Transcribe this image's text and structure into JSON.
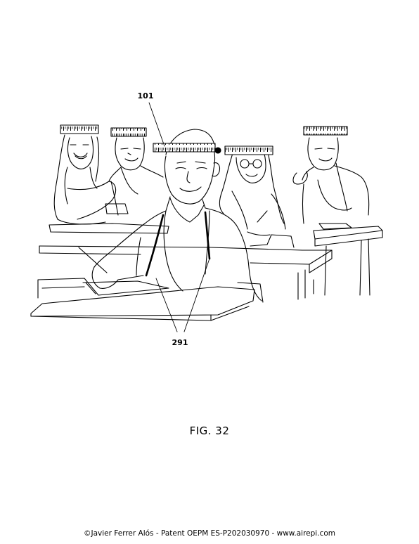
{
  "labels": {
    "ref_101": "101",
    "ref_291": "291"
  },
  "caption": "FIG. 32",
  "footer": "©Javier Ferrer Alós - Patent OEPM ES-P202030970 - www.airepi.com",
  "colors": {
    "line": "#000000",
    "background": "#ffffff"
  }
}
